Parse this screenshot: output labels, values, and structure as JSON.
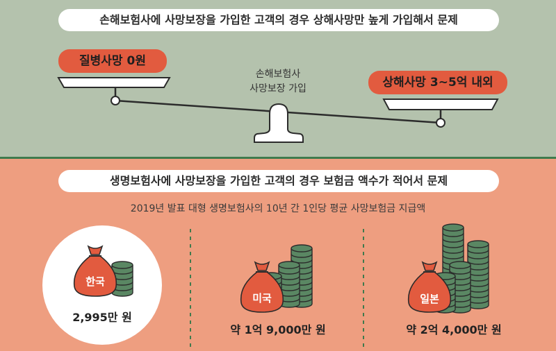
{
  "top_section": {
    "title": "손해보험사에 사망보장을 가입한 고객의 경우 상해사망만 높게 가입해서 문제",
    "left_tag": "질병사망 0원",
    "right_tag": "상해사망 3~5억 내외",
    "center_label_line1": "손해보험사",
    "center_label_line2": "사망보장 가입"
  },
  "bottom_section": {
    "title": "생명보험사에 사망보장을 가입한 고객의 경우 보험금 액수가 적어서 문제",
    "subtitle": "2019년 발표 대형 생명보험사의 10년 간 1인당 평균 사망보험금 지급액",
    "countries": [
      {
        "name": "한국",
        "amount": "2,995만 원"
      },
      {
        "name": "미국",
        "amount": "약 1억 9,000만 원"
      },
      {
        "name": "일본",
        "amount": "약 2억 4,000만 원"
      }
    ]
  },
  "colors": {
    "top_bg": "#b4c2ad",
    "bottom_bg": "#ee9e80",
    "tag_red": "#e25b3f",
    "coin_green": "#5a8763",
    "divider_green": "#3f7a4d"
  }
}
